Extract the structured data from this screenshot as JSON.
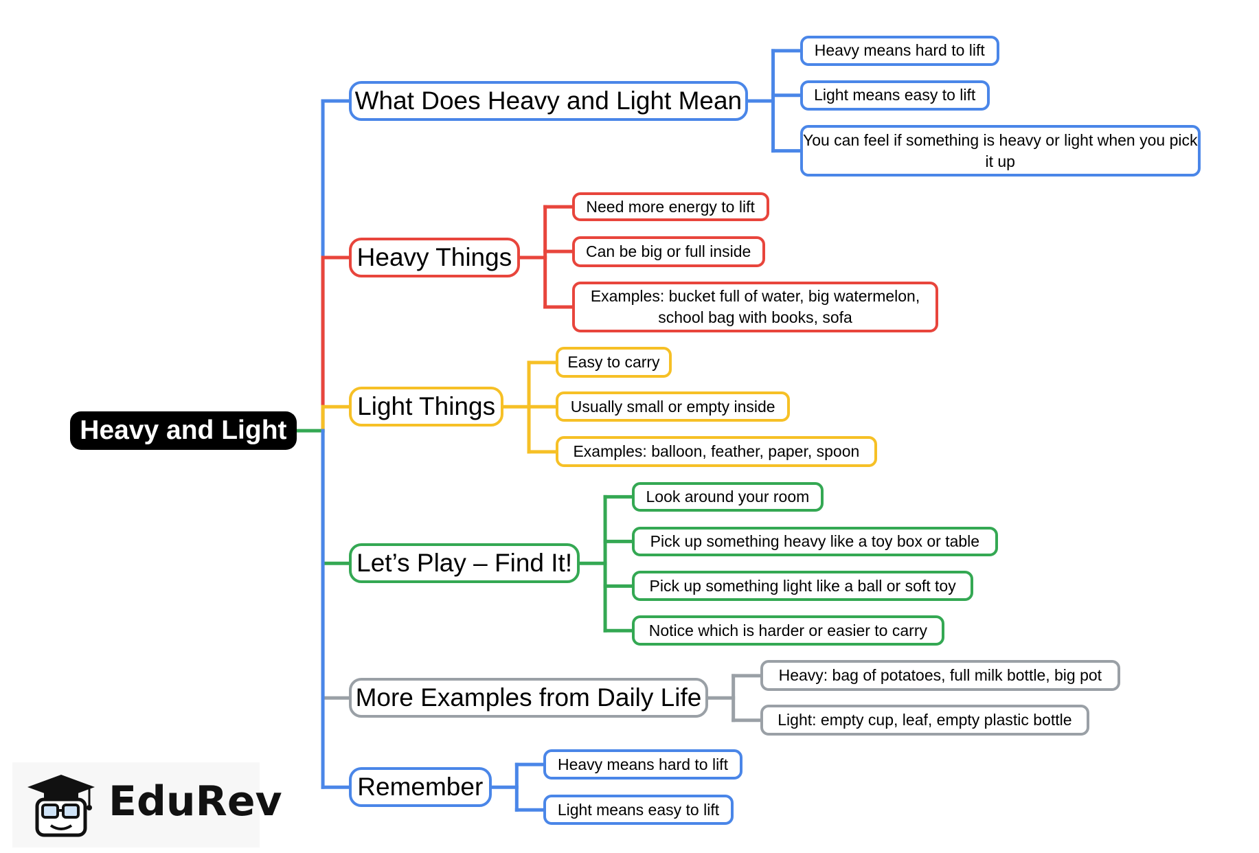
{
  "colors": {
    "blue": "#4a86e8",
    "red": "#e8453c",
    "yellow": "#f6c026",
    "green": "#34a853",
    "gray": "#9aa0a6",
    "root": "#000000"
  },
  "root": {
    "label": "Heavy and Light"
  },
  "branches": [
    {
      "label": "What Does Heavy and Light Mean",
      "color": "blue",
      "children": [
        "Heavy means hard to lift",
        "Light means easy to lift",
        "You can feel if something is heavy or light when you pick it up"
      ]
    },
    {
      "label": "Heavy Things",
      "color": "red",
      "children": [
        "Need more energy to lift",
        "Can be big or full inside",
        "Examples: bucket full of water, big watermelon, school bag with books, sofa"
      ]
    },
    {
      "label": "Light Things",
      "color": "yellow",
      "children": [
        "Easy to carry",
        "Usually small or empty inside",
        "Examples: balloon, feather, paper, spoon"
      ]
    },
    {
      "label": "Let’s Play – Find It!",
      "color": "green",
      "children": [
        "Look around your room",
        "Pick up something heavy like a toy box or table",
        "Pick up something light like a ball or soft toy",
        "Notice which is harder or easier to carry"
      ]
    },
    {
      "label": "More Examples from Daily Life",
      "color": "gray",
      "children": [
        "Heavy: bag of potatoes, full milk bottle, big pot",
        "Light: empty cup, leaf, empty plastic bottle"
      ]
    },
    {
      "label": "Remember",
      "color": "blue",
      "children": [
        "Heavy means hard to lift",
        "Light means easy to lift"
      ]
    }
  ],
  "logo": {
    "text": "EduRev",
    "icon": "graduation-cap-icon"
  }
}
